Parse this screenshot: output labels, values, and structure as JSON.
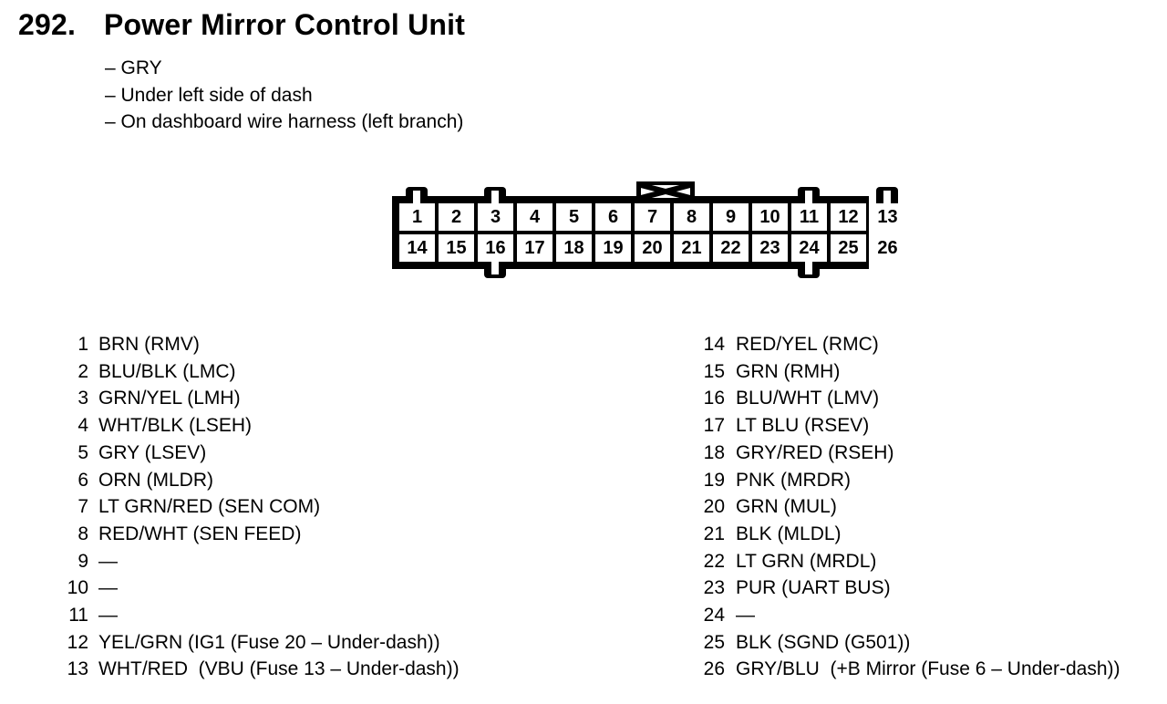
{
  "header": {
    "number": "292.",
    "title": "Power Mirror Control Unit",
    "details": [
      "– GRY",
      "– Under left side of dash",
      "– On dashboard wire harness (left branch)"
    ]
  },
  "connector": {
    "description": "26-pin connector, two rows, rear view",
    "row1": [
      "1",
      "2",
      "3",
      "4",
      "5",
      "6",
      "7",
      "8",
      "9",
      "10",
      "11",
      "12",
      "13"
    ],
    "row2": [
      "14",
      "15",
      "16",
      "17",
      "18",
      "19",
      "20",
      "21",
      "22",
      "23",
      "24",
      "25",
      "26"
    ],
    "lock_icon": "bowtie-lock"
  },
  "pins": {
    "left": [
      {
        "num": "1",
        "label": "BRN (RMV)"
      },
      {
        "num": "2",
        "label": "BLU/BLK (LMC)"
      },
      {
        "num": "3",
        "label": "GRN/YEL (LMH)"
      },
      {
        "num": "4",
        "label": "WHT/BLK (LSEH)"
      },
      {
        "num": "5",
        "label": "GRY (LSEV)"
      },
      {
        "num": "6",
        "label": "ORN (MLDR)"
      },
      {
        "num": "7",
        "label": "LT GRN/RED (SEN COM)"
      },
      {
        "num": "8",
        "label": "RED/WHT (SEN FEED)"
      },
      {
        "num": "9",
        "label": "—"
      },
      {
        "num": "10",
        "label": "—"
      },
      {
        "num": "11",
        "label": "—"
      },
      {
        "num": "12",
        "label": "YEL/GRN (IG1 (Fuse 20 – Under-dash))"
      },
      {
        "num": "13",
        "label": "WHT/RED  (VBU (Fuse 13 – Under-dash))"
      }
    ],
    "right": [
      {
        "num": "14",
        "label": "RED/YEL (RMC)"
      },
      {
        "num": "15",
        "label": "GRN (RMH)"
      },
      {
        "num": "16",
        "label": "BLU/WHT (LMV)"
      },
      {
        "num": "17",
        "label": "LT BLU (RSEV)"
      },
      {
        "num": "18",
        "label": "GRY/RED (RSEH)"
      },
      {
        "num": "19",
        "label": "PNK (MRDR)"
      },
      {
        "num": "20",
        "label": "GRN (MUL)"
      },
      {
        "num": "21",
        "label": "BLK (MLDL)"
      },
      {
        "num": "22",
        "label": "LT GRN (MRDL)"
      },
      {
        "num": "23",
        "label": "PUR (UART BUS)"
      },
      {
        "num": "24",
        "label": "—"
      },
      {
        "num": "25",
        "label": "BLK (SGND (G501))"
      },
      {
        "num": "26",
        "label": "GRY/BLU  (+B Mirror (Fuse 6 – Under-dash))"
      }
    ]
  },
  "colors": {
    "ink": "#000000",
    "paper": "#ffffff"
  }
}
